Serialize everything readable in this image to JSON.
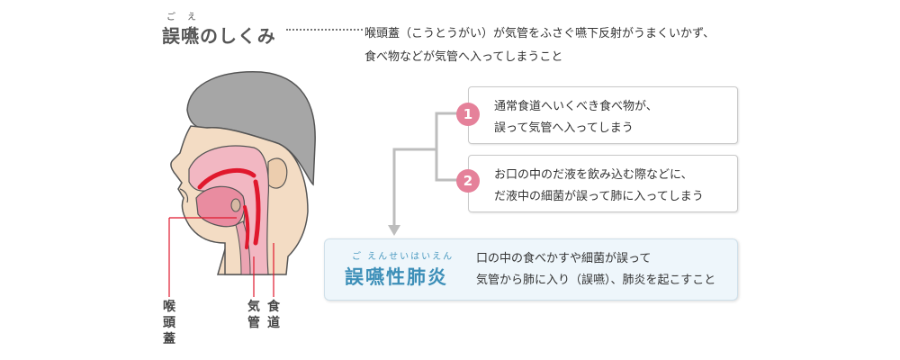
{
  "title": {
    "ruby_go": "ご",
    "ruby_en": "えん",
    "term": "誤嚥のしくみ",
    "definition_line1": "喉頭蓋（こうとうがい）が気管をふさぐ嚥下反射がうまくいかず、",
    "definition_line2": "食べ物などが気管へ入ってしまうこと"
  },
  "causes": [
    {
      "number": "1",
      "line1": "通常食道へいくべき食べ物が、",
      "line2": "誤って気管へ入ってしまう"
    },
    {
      "number": "2",
      "line1": "お口の中のだ液を飲み込む際などに、",
      "line2": "だ液中の細菌が誤って肺に入ってしまう"
    }
  ],
  "result": {
    "ruby": "ご えんせいはいえん",
    "term": "誤嚥性肺炎",
    "line1": "口の中の食べかすや細菌が誤って",
    "line2": "気管から肺に入り（誤嚥）、肺炎を起こすこと"
  },
  "anatomy_labels": {
    "epiglottis": [
      "喉",
      "頭",
      "蓋"
    ],
    "trachea": [
      "気",
      "管"
    ],
    "esophagus": [
      "食",
      "道"
    ]
  },
  "colors": {
    "accent_pink": "#e5819a",
    "result_blue": "#3d8fb8",
    "flow_red": "#e0182d",
    "connector_gray": "#bdbdbd"
  }
}
